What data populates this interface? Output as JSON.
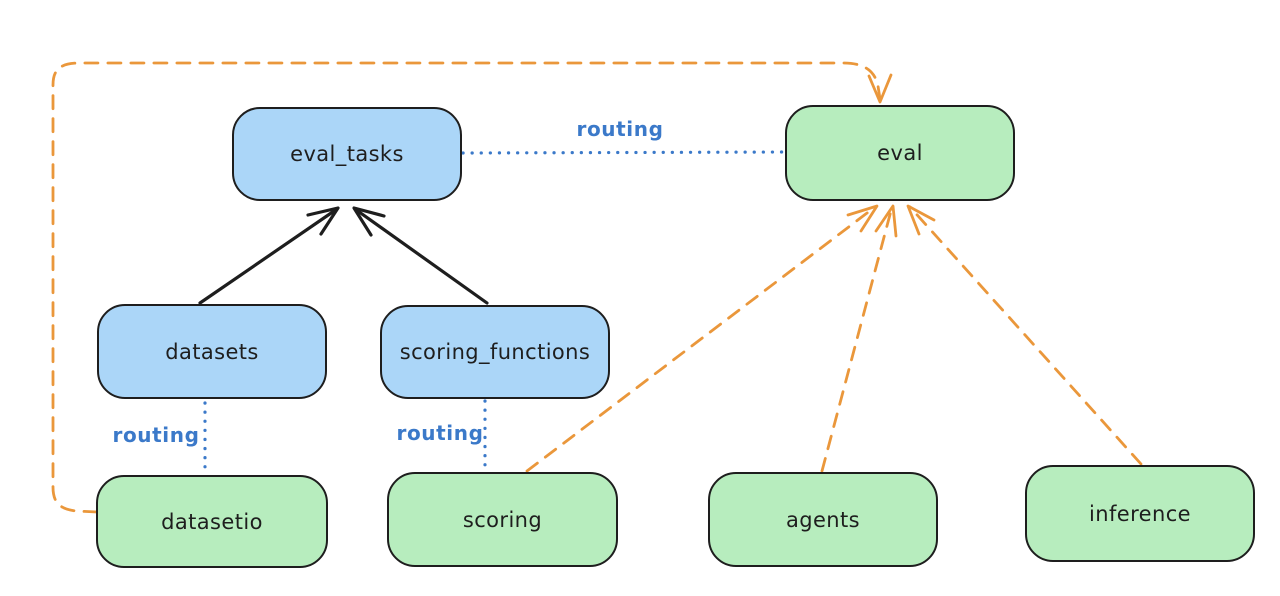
{
  "diagram": {
    "colors": {
      "background": "#ffffff",
      "blue_node_fill": "#abd6f8",
      "green_node_fill": "#b7edbe",
      "node_stroke": "#1e1e1e",
      "routing_blue": "#3b79c9",
      "provider_orange": "#ea973b"
    },
    "nodes": [
      {
        "id": "eval_tasks",
        "label": "eval_tasks",
        "color": "blue"
      },
      {
        "id": "eval",
        "label": "eval",
        "color": "green"
      },
      {
        "id": "datasets",
        "label": "datasets",
        "color": "blue"
      },
      {
        "id": "scoring_functions",
        "label": "scoring_functions",
        "color": "blue"
      },
      {
        "id": "datasetio",
        "label": "datasetio",
        "color": "green"
      },
      {
        "id": "scoring",
        "label": "scoring",
        "color": "green"
      },
      {
        "id": "agents",
        "label": "agents",
        "color": "green"
      },
      {
        "id": "inference",
        "label": "inference",
        "color": "green"
      }
    ],
    "edges": [
      {
        "from": "datasets",
        "to": "eval_tasks",
        "style": "solid-black-arrow",
        "label": ""
      },
      {
        "from": "scoring_functions",
        "to": "eval_tasks",
        "style": "solid-black-arrow",
        "label": ""
      },
      {
        "from": "eval_tasks",
        "to": "eval",
        "style": "dotted-blue",
        "label": "routing"
      },
      {
        "from": "datasets",
        "to": "datasetio",
        "style": "dotted-blue",
        "label": "routing"
      },
      {
        "from": "scoring_functions",
        "to": "scoring",
        "style": "dotted-blue",
        "label": "routing"
      },
      {
        "from": "datasetio",
        "to": "eval",
        "style": "dashed-orange-arrow",
        "label": ""
      },
      {
        "from": "scoring",
        "to": "eval",
        "style": "dashed-orange-arrow",
        "label": ""
      },
      {
        "from": "agents",
        "to": "eval",
        "style": "dashed-orange-arrow",
        "label": ""
      },
      {
        "from": "inference",
        "to": "eval",
        "style": "dashed-orange-arrow",
        "label": ""
      }
    ]
  }
}
